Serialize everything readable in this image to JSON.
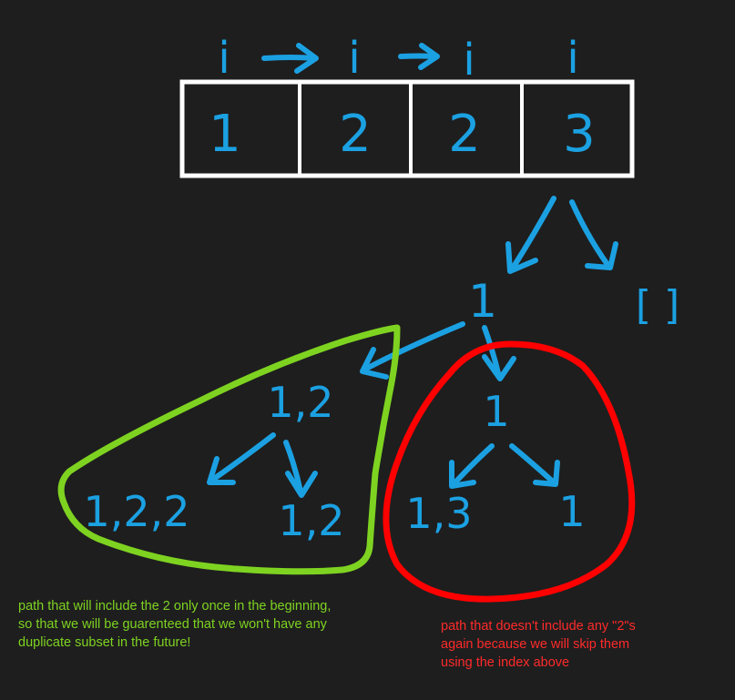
{
  "colors": {
    "background": "#1e1e1e",
    "ink": "#1ba1e2",
    "box": "#ffffff",
    "green": "#7ed321",
    "red": "#ff0000"
  },
  "pointers": [
    "i",
    "i",
    "i",
    "i"
  ],
  "array_values": [
    "1",
    "2",
    "2",
    "3"
  ],
  "tree": {
    "root_left": "1",
    "root_right": "[ ]",
    "node_12": "1,2",
    "node_1_mid": "1",
    "leaf_122": "1,2,2",
    "leaf_12": "1,2",
    "leaf_13": "1,3",
    "leaf_1": "1"
  },
  "notes": {
    "green": "path that will include the 2 only once in the beginning,\nso that we will be guarenteed that we won't have any\nduplicate subset in the future!",
    "red": "path that doesn't include any \"2\"s\nagain because we will skip  them\nusing the index above"
  }
}
